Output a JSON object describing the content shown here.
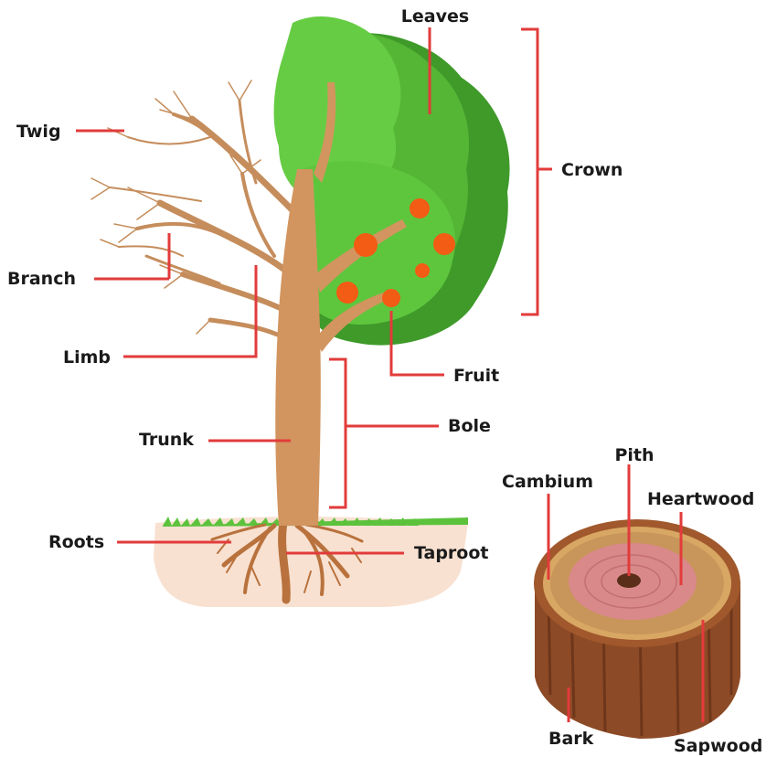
{
  "labels": {
    "leaves": "Leaves",
    "twig": "Twig",
    "crown": "Crown",
    "branch": "Branch",
    "limb": "Limb",
    "fruit": "Fruit",
    "bole": "Bole",
    "trunk": "Trunk",
    "roots": "Roots",
    "taproot": "Taproot",
    "pith": "Pith",
    "cambium": "Cambium",
    "heartwood": "Heartwood",
    "bark": "Bark",
    "sapwood": "Sapwood"
  },
  "colors": {
    "leader_line": "#e23b3b",
    "trunk": "#d2955f",
    "leaf_light": "#66cc44",
    "leaf_dark": "#3f9a2a",
    "fruit": "#f25c14",
    "grass": "#5cc23c",
    "soil": "#f8e1d1",
    "bark": "#8d4a26",
    "sapwood": "#d8a763",
    "heartwood": "#d9898a"
  }
}
